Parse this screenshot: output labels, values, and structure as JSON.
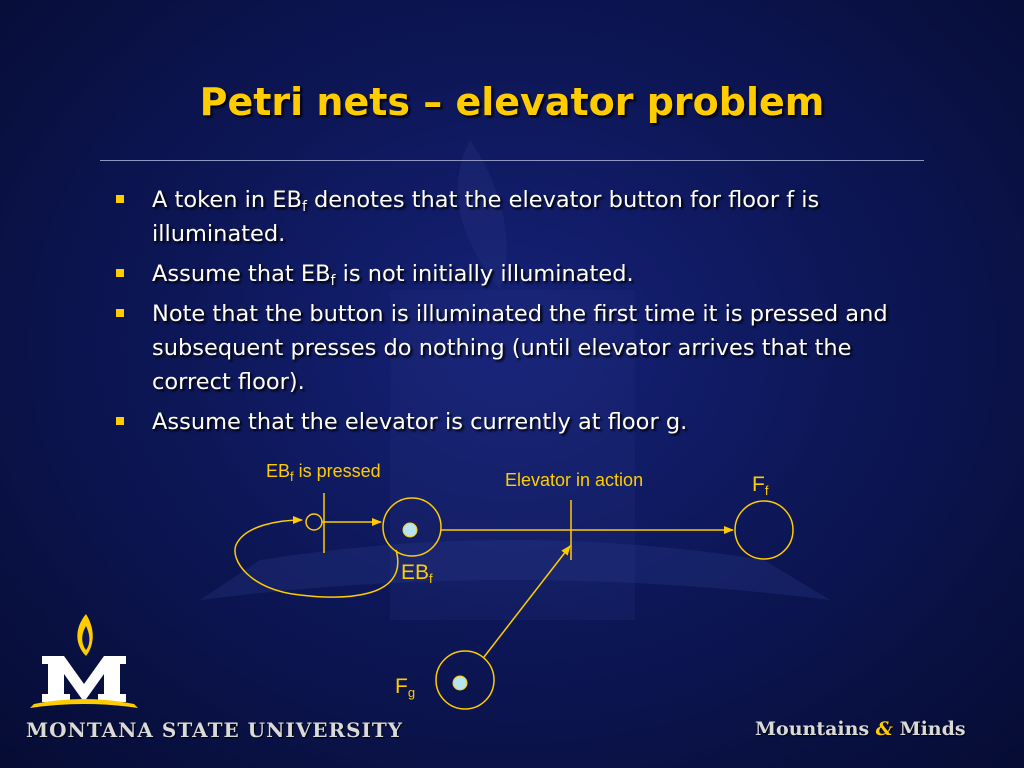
{
  "slide": {
    "title": "Petri nets – elevator problem",
    "bullets": [
      {
        "pre": "A token in EB",
        "sub": "f",
        "post": " denotes that the elevator button for floor f is illuminated."
      },
      {
        "pre": "Assume that EB",
        "sub": "f",
        "post": " is not initially illuminated."
      },
      {
        "pre": "Note that the button is illuminated the first time it is pressed and subsequent presses do nothing (until elevator arrives that the correct floor).",
        "sub": "",
        "post": ""
      },
      {
        "pre": "Assume that the elevator is currently at floor g.",
        "sub": "",
        "post": ""
      }
    ]
  },
  "diagram": {
    "pressed_label": {
      "pre": "EB",
      "sub": "f",
      "post": " is pressed"
    },
    "action_label": "Elevator in action",
    "ff_label": {
      "pre": "F",
      "sub": "f"
    },
    "ebf_label": {
      "pre": "EB",
      "sub": "f"
    },
    "fg_label": {
      "pre": "F",
      "sub": "g"
    }
  },
  "footer": {
    "university": "MONTANA STATE UNIVERSITY",
    "tagline_a": "Mountains",
    "tagline_amp": "&",
    "tagline_b": "Minds"
  },
  "colors": {
    "accent": "#ffcc00",
    "text": "#ffffff",
    "background": "#0d1758",
    "token": "#b8e4f0"
  }
}
